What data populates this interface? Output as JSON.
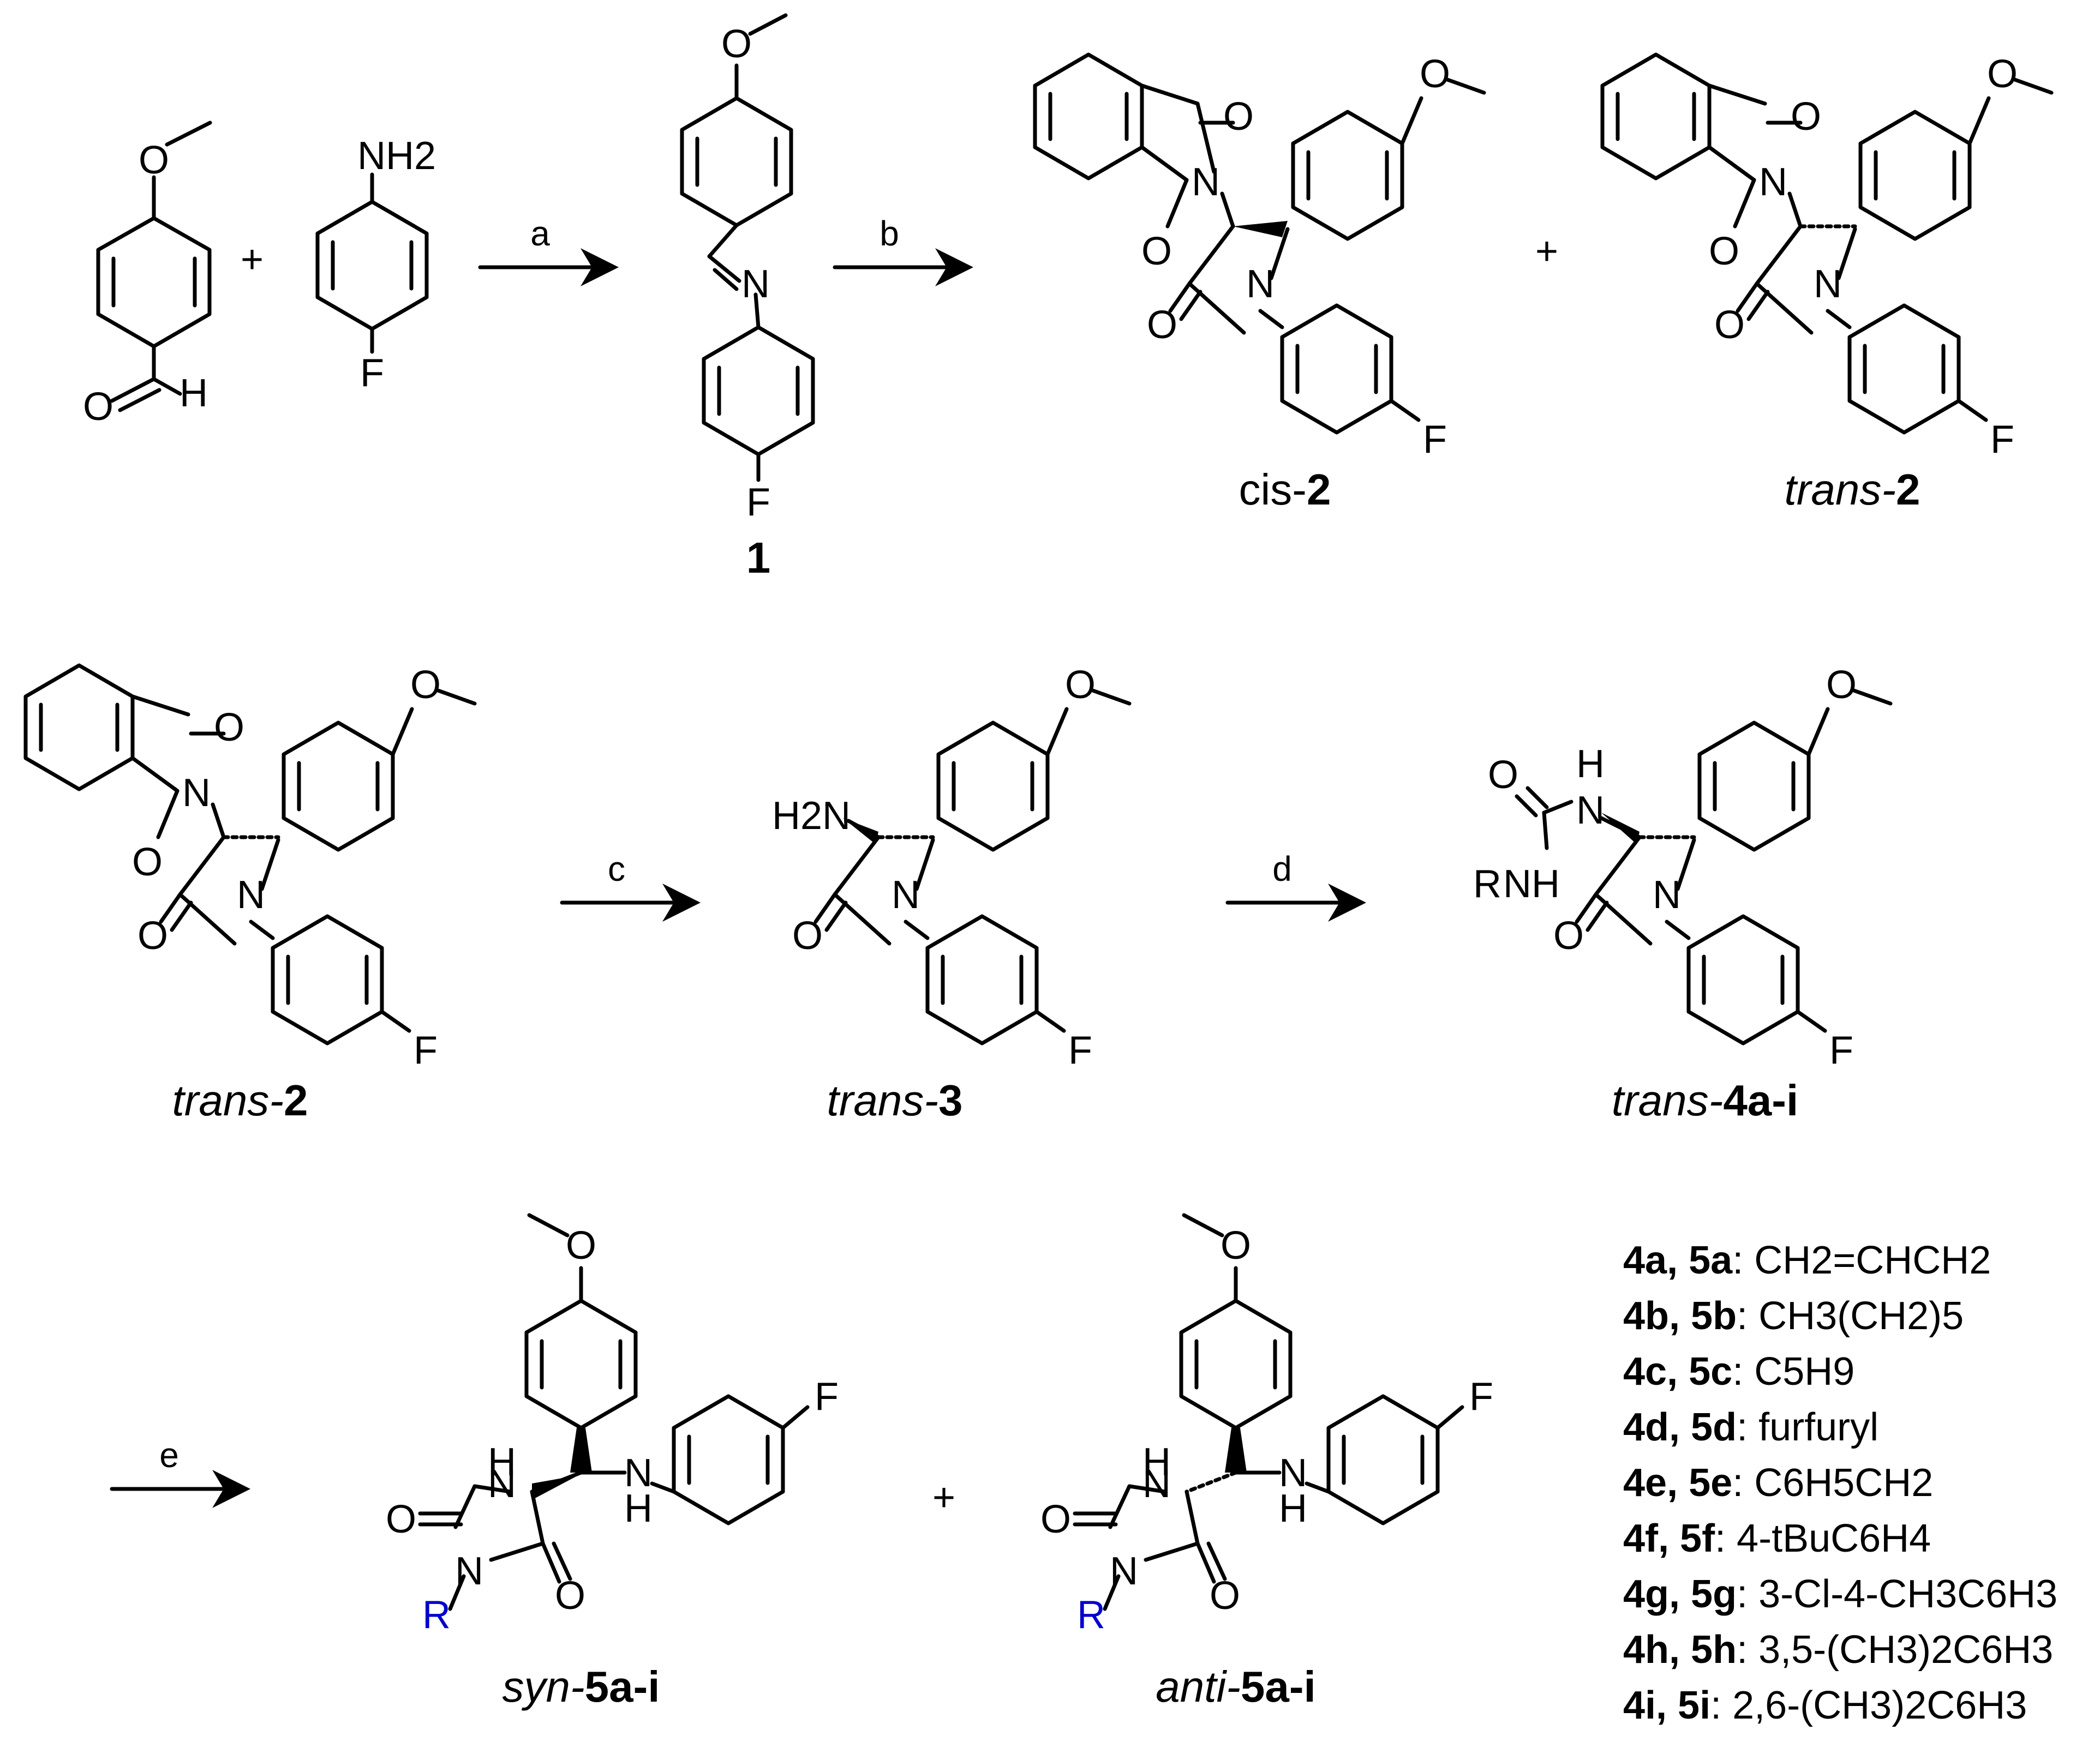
{
  "atoms": {
    "O": "O",
    "N": "N",
    "H": "H",
    "F": "F",
    "NH": "NH",
    "HN_upper": "H",
    "NH2": "NH2",
    "H2N": "H2N",
    "R": "R"
  },
  "reagents": {
    "a": "a",
    "b": "b",
    "c": "c",
    "d": "d",
    "e": "e"
  },
  "plus": "+",
  "labels": {
    "imine": "1",
    "cis2_prefix": "cis-",
    "cis2_num": "2",
    "trans2_prefix": "trans-",
    "trans2_num": "2",
    "trans3_prefix": "trans-",
    "trans3_num": "3",
    "trans4_prefix": "trans-",
    "trans4_num": "4a-i",
    "syn5_prefix": "syn-",
    "syn5_num": "5a-i",
    "anti5_prefix": "anti-",
    "anti5_num": "5a-i"
  },
  "legend": [
    {
      "ids": "4a, 5a",
      "r": "CH2=CHCH2"
    },
    {
      "ids": "4b, 5b",
      "r": "CH3(CH2)5"
    },
    {
      "ids": "4c, 5c",
      "r": "C5H9"
    },
    {
      "ids": "4d, 5d",
      "r": "furfuryl"
    },
    {
      "ids": "4e, 5e",
      "r": "C6H5CH2"
    },
    {
      "ids": "4f, 5f",
      "r": "4-tBuC6H4"
    },
    {
      "ids": "4g, 5g",
      "r": "3-Cl-4-CH3C6H3"
    },
    {
      "ids": "4h, 5h",
      "r": "3,5-(CH3)2C6H3"
    },
    {
      "ids": "4i, 5i",
      "r": "2,6-(CH3)2C6H3"
    }
  ]
}
